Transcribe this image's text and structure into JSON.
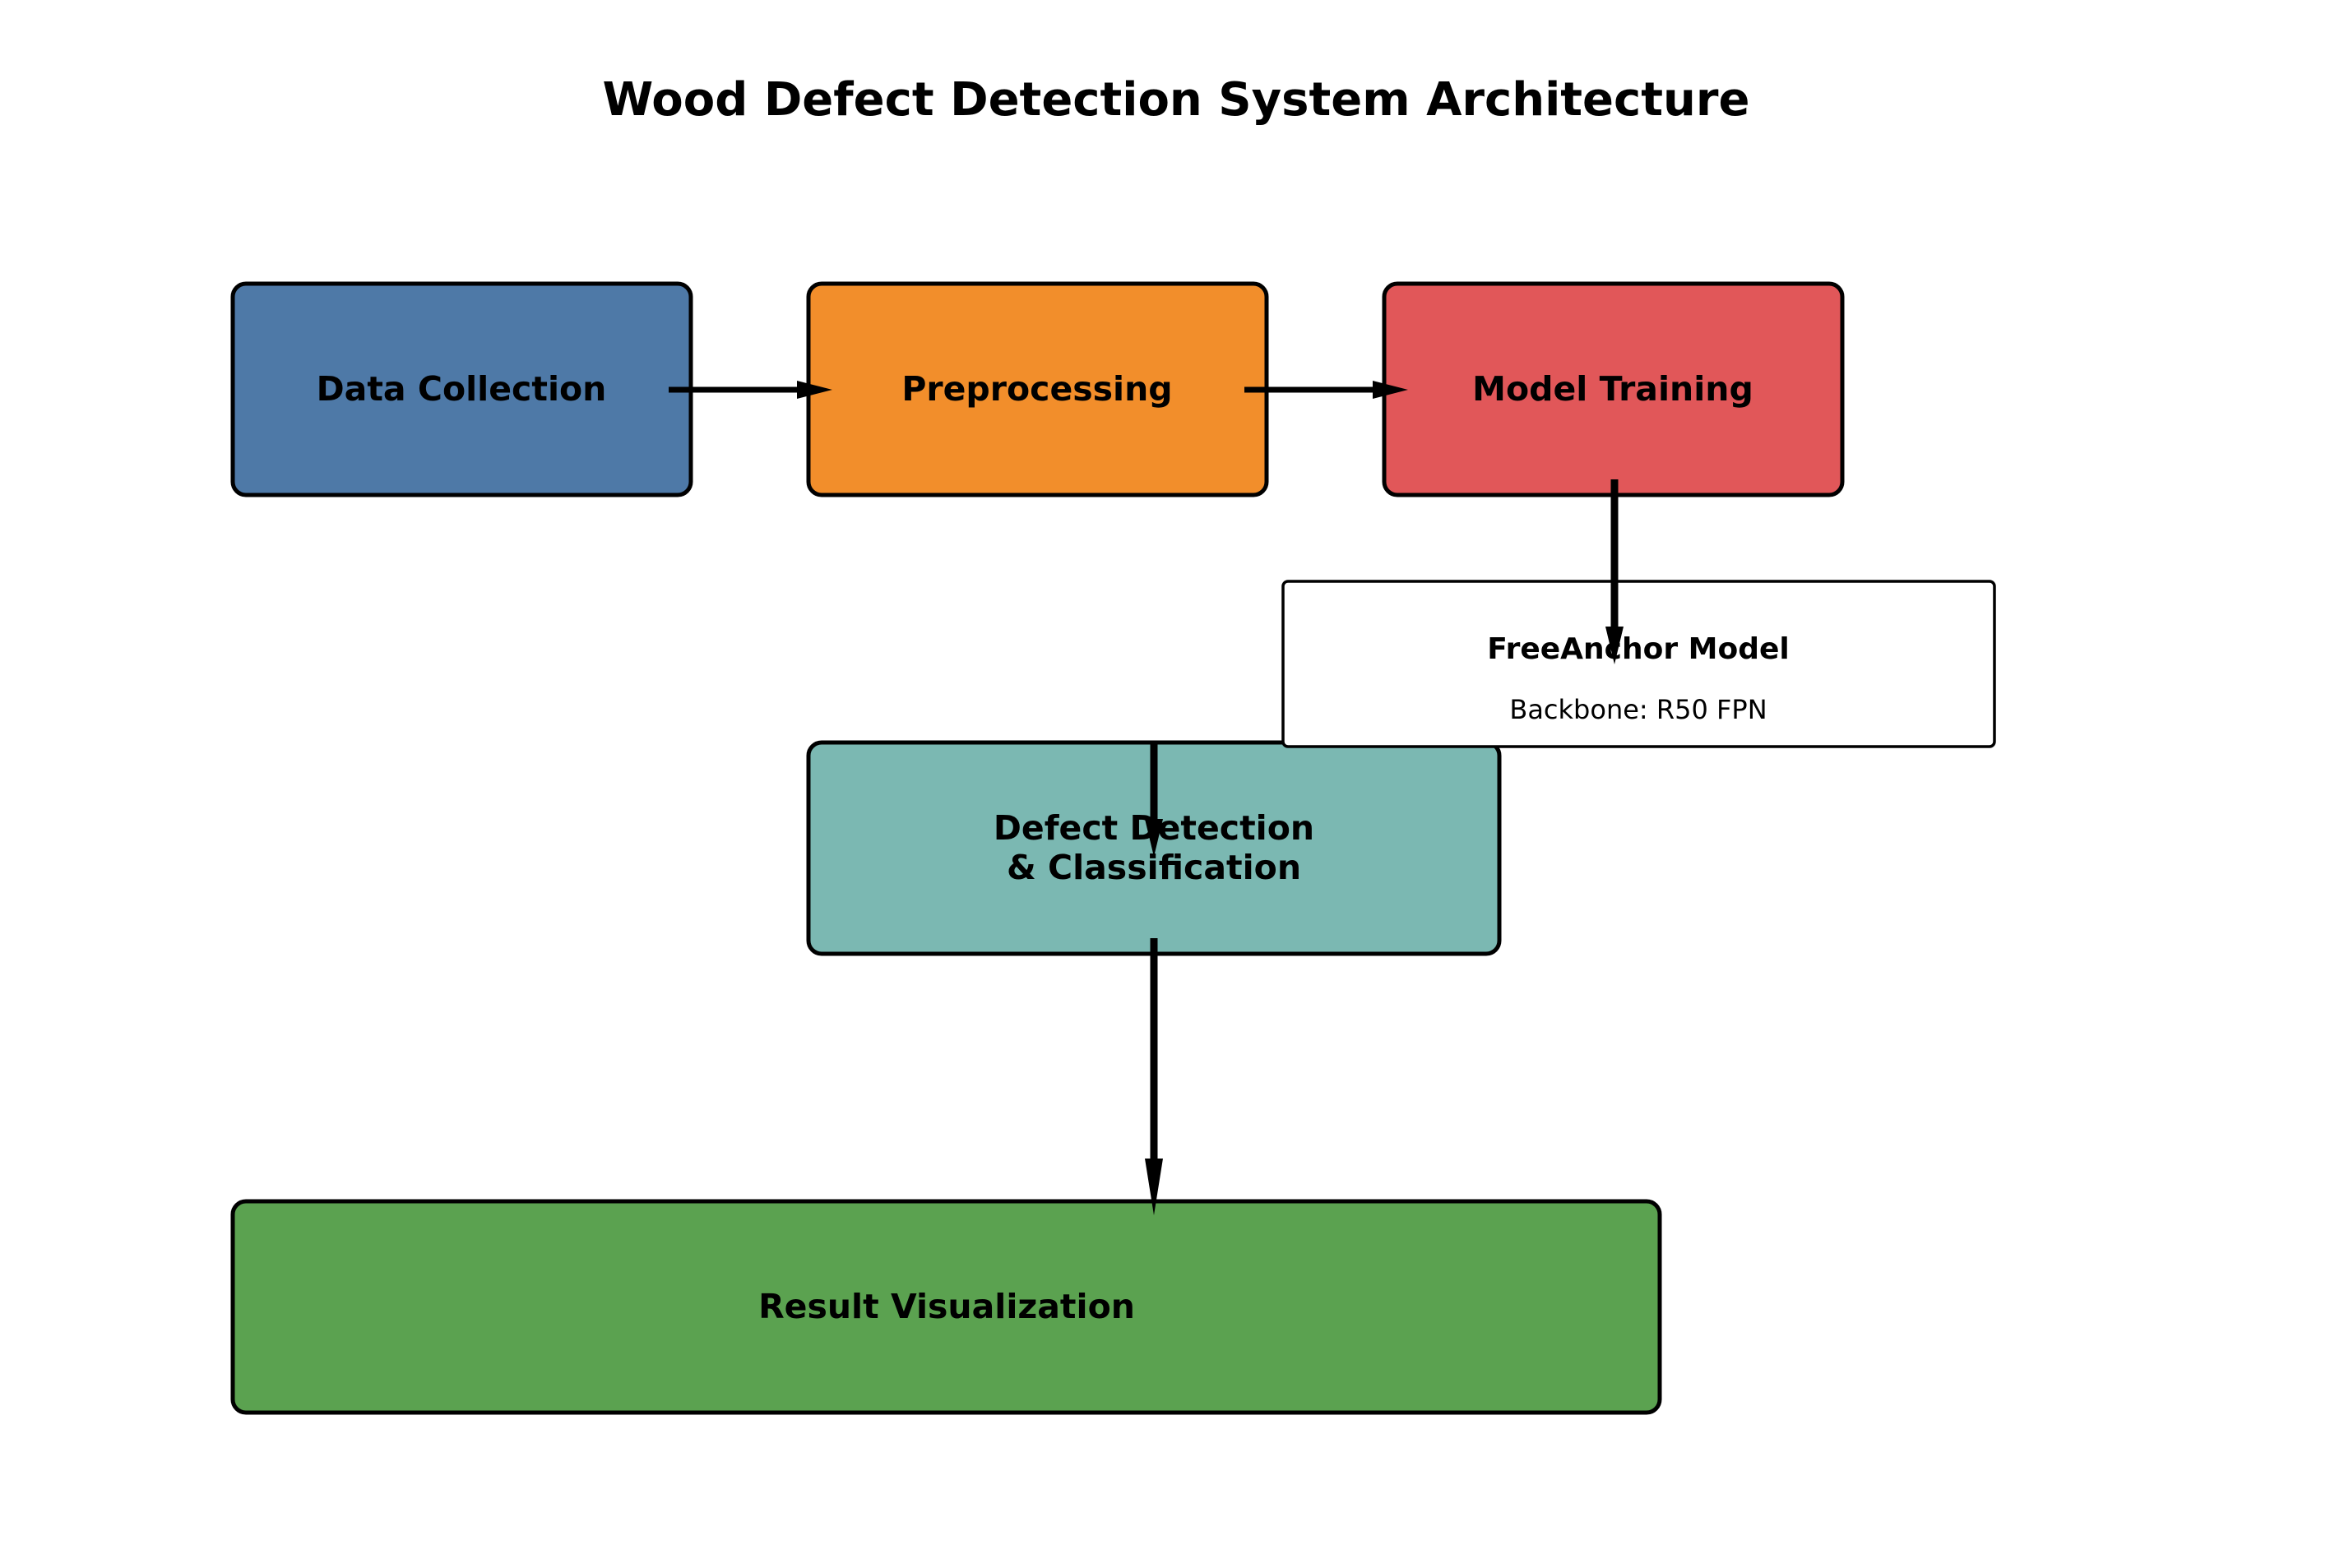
{
  "diagram": {
    "title": "Wood Defect Detection System Architecture",
    "nodes": {
      "data_collection": {
        "label": "Data Collection",
        "color": "#4e79a7"
      },
      "preprocessing": {
        "label": "Preprocessing",
        "color": "#f28e2b"
      },
      "model_training": {
        "label": "Model Training",
        "color": "#e15759"
      },
      "freeanchor": {
        "title": "FreeAnchor Model",
        "subtitle": "Backbone: R50 FPN",
        "color": "#ffffff"
      },
      "defect_detection": {
        "label_line1": "Defect Detection",
        "label_line2": "& Classification",
        "color": "#7bb8b2"
      },
      "result_visualization": {
        "label": "Result Visualization",
        "color": "#5ba250"
      }
    },
    "edges": [
      {
        "from": "Data Collection",
        "to": "Preprocessing"
      },
      {
        "from": "Preprocessing",
        "to": "Model Training"
      },
      {
        "from": "Model Training",
        "to": "FreeAnchor Model"
      },
      {
        "from": "FreeAnchor Model",
        "to": "Defect Detection & Classification"
      },
      {
        "from": "Defect Detection & Classification",
        "to": "Result Visualization"
      }
    ]
  }
}
